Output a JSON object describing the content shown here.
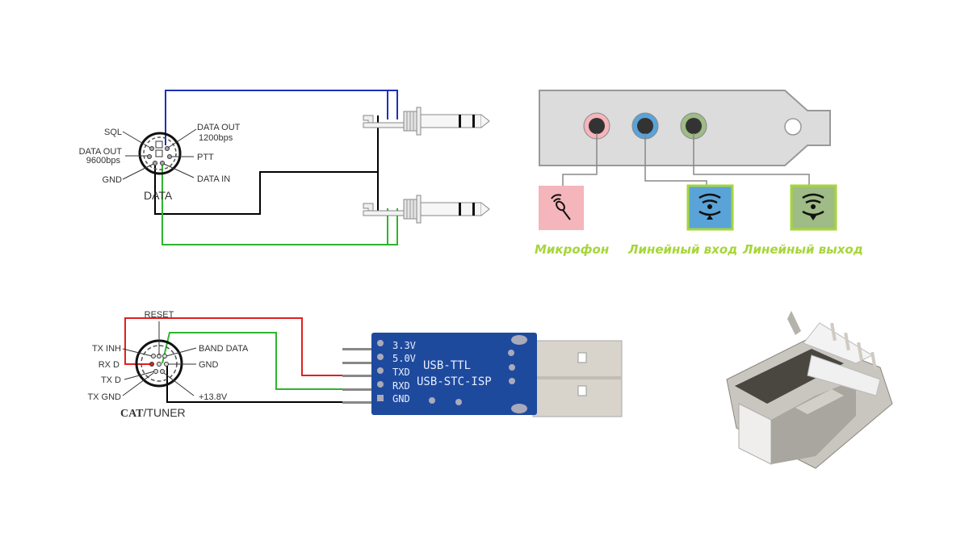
{
  "data_connector": {
    "title": "DATA",
    "pins": {
      "sql": "SQL",
      "data_out_1200_line1": "DATA OUT",
      "data_out_1200_line2": "1200bps",
      "data_out_9600_line1": "DATA OUT",
      "data_out_9600_line2": "9600bps",
      "ptt": "PTT",
      "gnd": "GND",
      "data_in": "DATA IN"
    },
    "wire_colors": {
      "data_out": "#1f2fb8",
      "gnd": "#000000",
      "data_in": "#2db52d"
    }
  },
  "sound_card": {
    "ports": [
      {
        "label": "Микрофон",
        "color": "#f4b5bb",
        "icon": "microphone-icon"
      },
      {
        "label": "Линейный вход",
        "color": "#5aa3d8",
        "icon": "line-in-icon"
      },
      {
        "label": "Линейный выход",
        "color": "#9fbb86",
        "icon": "line-out-icon"
      }
    ],
    "label_color": "#a6d63a"
  },
  "cat_connector": {
    "title_bold": "CAT",
    "title_rest": "/TUNER",
    "pins": {
      "reset": "RESET",
      "tx_inh": "TX INH",
      "rx_d": "RX D",
      "tx_d": "TX D",
      "tx_gnd": "TX GND",
      "band_data": "BAND DATA",
      "gnd": "GND",
      "power": "+13.8V"
    },
    "wire_colors": {
      "rx": "#e02020",
      "tx": "#2db52d",
      "gnd": "#000000"
    }
  },
  "usb_ttl": {
    "pins": [
      "3.3V",
      "5.0V",
      "TXD",
      "RXD",
      "GND"
    ],
    "title_line1": "USB-TTL",
    "title_line2": "USB-STC-ISP",
    "board_color": "#1e4a9e"
  }
}
